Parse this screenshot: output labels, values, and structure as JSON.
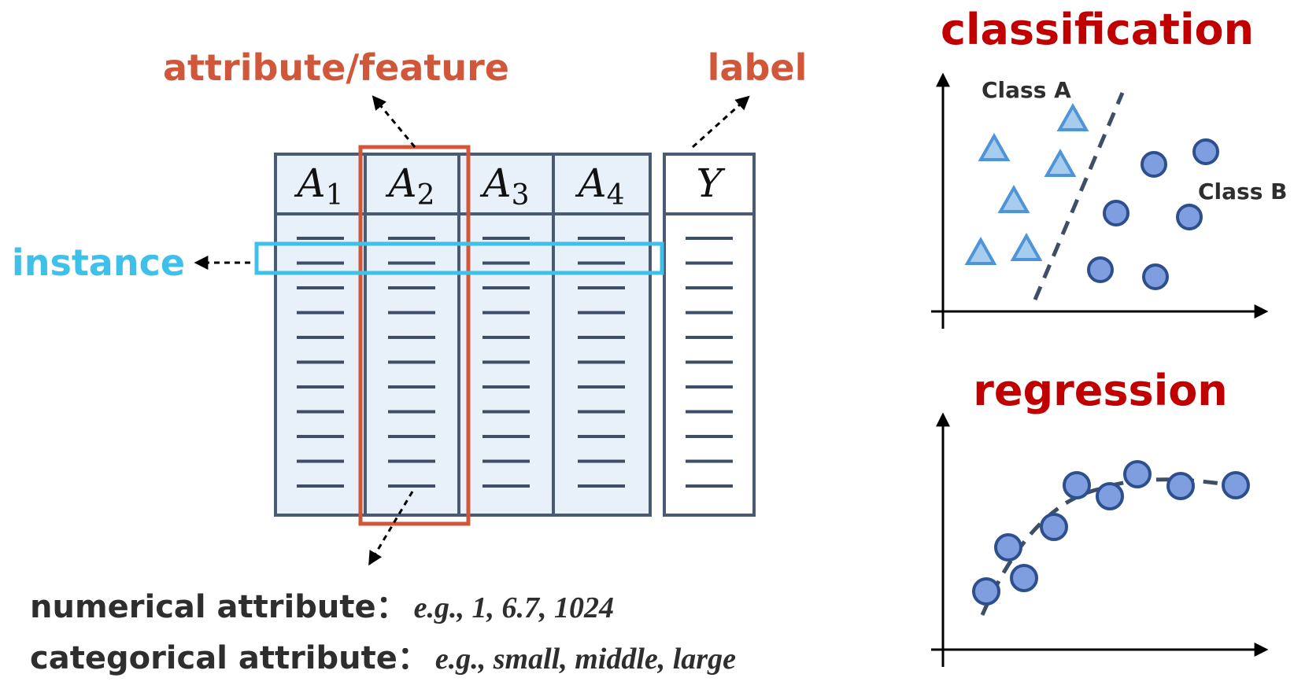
{
  "left": {
    "headings": {
      "attribute": "attribute/feature",
      "label": "label",
      "instance": "instance"
    },
    "columns": [
      {
        "name": "A",
        "sub": "1"
      },
      {
        "name": "A",
        "sub": "2"
      },
      {
        "name": "A",
        "sub": "3"
      },
      {
        "name": "A",
        "sub": "4"
      }
    ],
    "label_column": {
      "name": "Y"
    },
    "row_count": 11,
    "attribute_types": [
      {
        "label": "numerical attribute：",
        "example": "e.g., 1, 6.7, 1024"
      },
      {
        "label": "categorical attribute：",
        "example": "e.g., small, middle, large"
      }
    ]
  },
  "classification": {
    "title": "classification",
    "class_a_label": "Class A",
    "class_b_label": "Class B"
  },
  "regression": {
    "title": "regression"
  },
  "colors": {
    "heading_orange": "#D0573A",
    "instance_blue": "#3EC0E8",
    "panel_title_red": "#C00000",
    "table_border": "#4A5A70",
    "table_fill": "#E8F0FA",
    "dash": "#3E4E66",
    "marker_fill": "#7F9EE0",
    "marker_stroke": "#2E4F8E",
    "triangle_fill": "#A8CCEE",
    "triangle_stroke": "#4E94D8",
    "text_dark": "#2E2E2E"
  }
}
